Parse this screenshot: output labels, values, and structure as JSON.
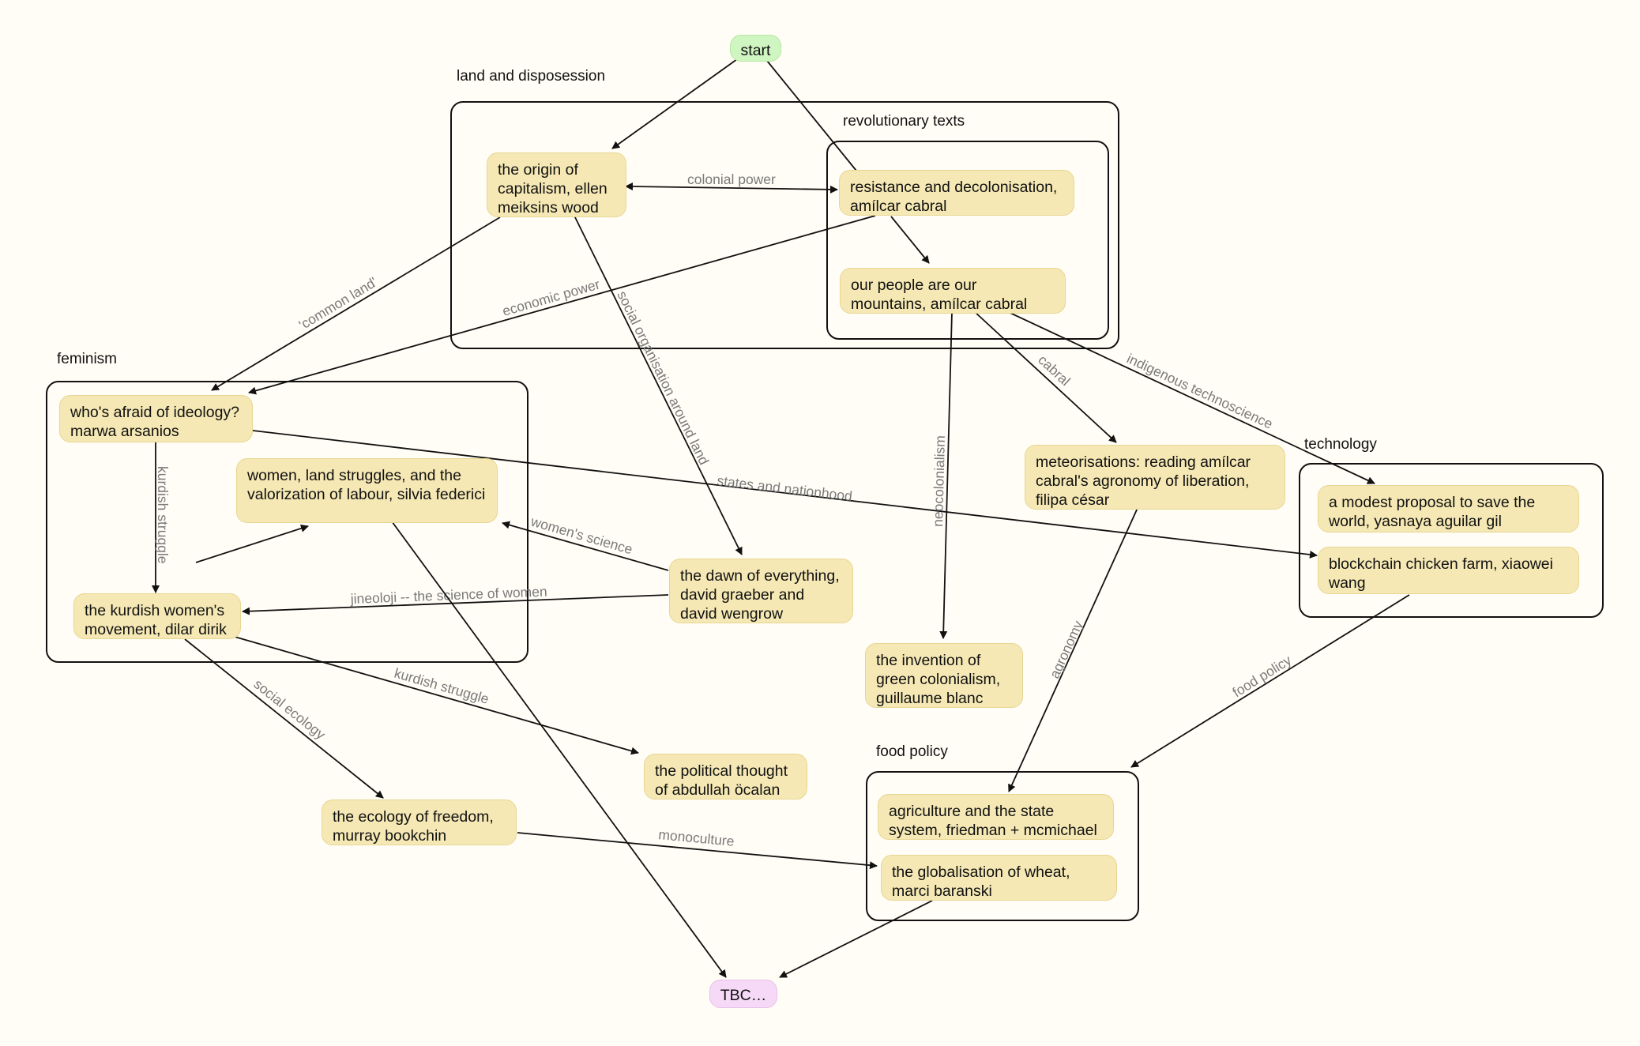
{
  "clusters": {
    "land": "land and disposession",
    "revolutionary": "revolutionary texts",
    "feminism": "feminism",
    "technology": "technology",
    "food": "food policy"
  },
  "nodes": {
    "start": "start",
    "origin": "the origin of capitalism, ellen meiksins wood",
    "resistance": "resistance and decolonisation, amílcar cabral",
    "ourpeople": "our people are our mountains, amílcar cabral",
    "afraid": "who's afraid of ideology? marwa arsanios",
    "women_land": "women, land struggles, and the valorization of labour, silvia federici",
    "kurdish": "the kurdish women's movement, dilar dirik",
    "dawn": "the dawn of everything, david graeber and david wengrow",
    "meteor": "meteorisations: reading amílcar cabral's agronomy of liberation, filipa césar",
    "green": "the invention of green colonialism, guillaume blanc",
    "modest": "a modest proposal to save the world, yasnaya aguilar gil",
    "blockchain": "blockchain chicken farm, xiaowei wang",
    "political": "the political thought of abdullah öcalan",
    "ecology": "the ecology of freedom, murray bookchin",
    "agriculture": "agriculture and the state system, friedman + mcmichael",
    "wheat": "the globalisation of wheat, marci baranski",
    "tbc": "TBC…"
  },
  "edge_labels": {
    "colonial_power": "colonial power",
    "common_land": "'common land'",
    "economic_power": "economic power",
    "social_org": "social organisation around land",
    "kurdish_struggle_1": "kurdish struggle",
    "states": "states and nationhood",
    "womens_science": "women's science",
    "jineoloji": "jineoloji -- the science of women",
    "neocolonialism": "neocolonialism",
    "cabral": "cabral",
    "indigenous": "indigenous technoscience",
    "agronomy": "agronomy",
    "food_policy": "food policy",
    "kurdish_struggle_2": "kurdish struggle",
    "social_ecology": "social ecology",
    "monoculture": "monoculture"
  }
}
